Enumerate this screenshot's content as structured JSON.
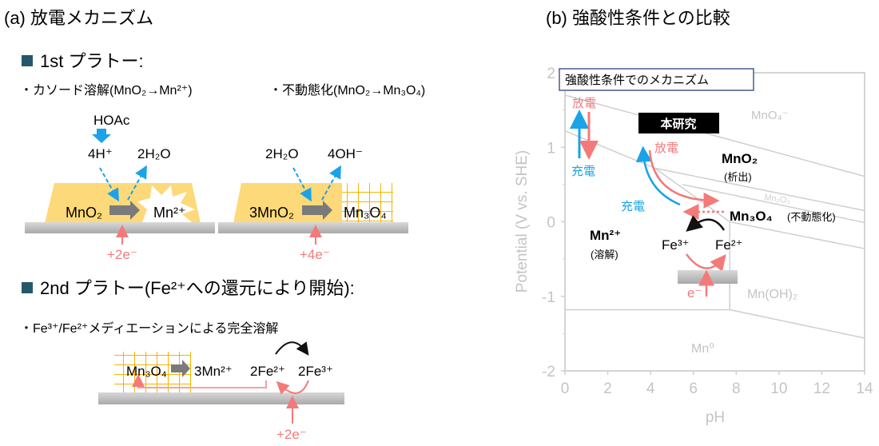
{
  "panel_a": {
    "title": "(a) 放電メカニズム",
    "plateau1": {
      "heading": "1st プラトー:",
      "cathodic_label": "・カソード溶解(MnO₂→Mn²⁺)",
      "passivation_label": "・不動態化(MnO₂→Mn₃O₄)",
      "left": {
        "acid": "HOAc",
        "proton": "4H⁺",
        "water": "2H₂O",
        "reactant": "MnO₂",
        "product": "Mn²⁺",
        "electrons": "+2e⁻"
      },
      "right": {
        "water": "2H₂O",
        "hydroxide": "4OH⁻",
        "reactant": "3MnO₂",
        "product": "Mn₃O₄",
        "electrons": "+4e⁻"
      }
    },
    "plateau2": {
      "heading": "2nd プラトー(Fe²⁺への還元により開始):",
      "mediation_label": "・Fe³⁺/Fe²⁺メディエーションによる完全溶解",
      "reactant": "Mn₃O₄",
      "product": "3Mn²⁺",
      "fe2": "2Fe²⁺",
      "fe3": "2Fe³⁺",
      "electrons": "+2e⁻"
    }
  },
  "panel_b": {
    "title": "(b) 強酸性条件との比較",
    "legend_box": "強酸性条件でのメカニズム",
    "this_work": "本研究",
    "discharge": "放電",
    "charge": "充電",
    "labels": {
      "mno2": "MnO₂",
      "mno2_note": "(析出)",
      "mn3o4": "Mn₃O₄",
      "mn3o4_note": "(不動態化)",
      "mn2": "Mn²⁺",
      "mn2_note": "(溶解)",
      "fe3": "Fe³⁺",
      "fe2": "Fe²⁺",
      "electron": "e⁻",
      "mno4": "MnO₄⁻",
      "mn2o3": "Mn₂O₃",
      "mnoh2": "Mn(OH)₂",
      "mn0": "Mn⁰"
    }
  },
  "colors": {
    "discharge": "#f47a7a",
    "charge": "#1aa3e8",
    "film": "#fdd97a",
    "grid": "#f5b400",
    "bullet": "#23586a"
  },
  "chart_data": {
    "type": "line",
    "xlabel": "pH",
    "ylabel": "Potential (V vs. SHE)",
    "xlim": [
      0,
      14
    ],
    "ylim": [
      -2,
      2
    ],
    "xticks": [
      "0",
      "2",
      "4",
      "6",
      "8",
      "10",
      "12",
      "14"
    ],
    "yticks": [
      "2",
      "1",
      "0",
      "-1",
      "-2"
    ],
    "boundaries": [
      [
        [
          0,
          1.7
        ],
        [
          14,
          0.61
        ]
      ],
      [
        [
          0,
          1.22
        ],
        [
          4.2,
          0.72
        ]
      ],
      [
        [
          4.2,
          0.72
        ],
        [
          14,
          0.15
        ]
      ],
      [
        [
          4.2,
          0.72
        ],
        [
          7.7,
          0.0
        ]
      ],
      [
        [
          5.5,
          0.5
        ],
        [
          14,
          -0.01
        ]
      ],
      [
        [
          7.7,
          0.0
        ],
        [
          14,
          -0.36
        ]
      ],
      [
        [
          7.7,
          0.0
        ],
        [
          7.7,
          -1.18
        ]
      ],
      [
        [
          0,
          -1.18
        ],
        [
          7.7,
          -1.18
        ]
      ],
      [
        [
          7.7,
          -1.18
        ],
        [
          14,
          -1.56
        ]
      ]
    ]
  }
}
